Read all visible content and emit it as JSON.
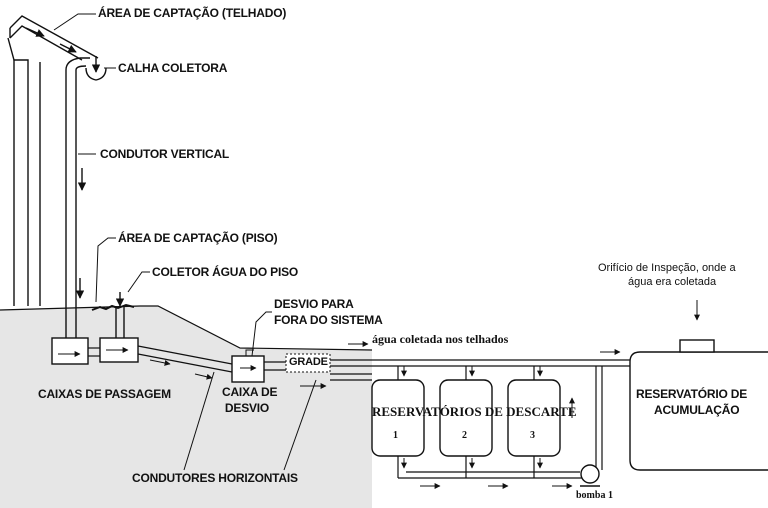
{
  "labels": {
    "area_captacao_telhado": "ÁREA DE CAPTAÇÃO (TELHADO)",
    "calha_coletora": "CALHA COLETORA",
    "condutor_vertical": "CONDUTOR VERTICAL",
    "area_captacao_piso": "ÁREA DE CAPTAÇÃO (PISO)",
    "coletor_agua_piso": "COLETOR ÁGUA DO PISO",
    "desvio_linha1": "DESVIO PARA",
    "desvio_linha2": "FORA DO SISTEMA",
    "agua_coletada": "água coletada nos telhados",
    "grade": "GRADE",
    "caixas_passagem": "CAIXAS DE PASSAGEM",
    "caixa_desvio_linha1": "CAIXA DE",
    "caixa_desvio_linha2": "DESVIO",
    "reservatorios_descarte": "RESERVATÓRIOS DE DESCARTE",
    "res1": "1",
    "res2": "2",
    "res3": "3",
    "reservatorio_acum_linha1": "RESERVATÓRIO DE",
    "reservatorio_acum_linha2": "ACUMULAÇÃO",
    "orificio_linha1": "Orifício de Inspeção, onde a",
    "orificio_linha2": "água era coletada",
    "condutores_horizontais": "CONDUTORES HORIZONTAIS",
    "bomba": "bomba 1"
  },
  "colors": {
    "ground_fill": "#e6e6e6",
    "line": "#111111"
  }
}
